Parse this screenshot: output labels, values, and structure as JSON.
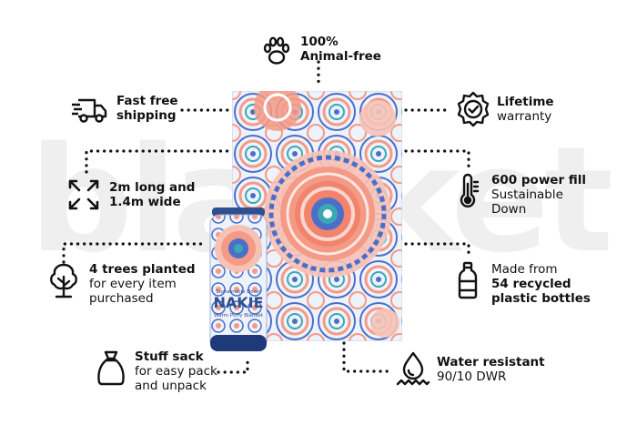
{
  "background_word": "blanket",
  "colors": {
    "text": "#111111",
    "background_word": "#efefef",
    "accent_coral": "#f49a86",
    "accent_blue": "#4a6fc9",
    "accent_teal": "#3aa7b5"
  },
  "product": {
    "can_line1": "Sustainable Down",
    "can_brand": "NAKIE",
    "can_line3": "Warm Puffy Blanket"
  },
  "features": {
    "animal_free": {
      "icon": "paw-icon",
      "line1": "100%",
      "line2": "Animal-free"
    },
    "shipping": {
      "icon": "truck-icon",
      "line1": "Fast free",
      "line2": "shipping"
    },
    "warranty": {
      "icon": "badge-check-icon",
      "line1": "Lifetime",
      "line2": "warranty"
    },
    "size": {
      "icon": "expand-arrows-icon",
      "line1": "2m long and",
      "line2": "1.4m wide"
    },
    "power_fill": {
      "icon": "thermometer-icon",
      "line1": "600 power fill",
      "line2": "Sustainable",
      "line3": "Down"
    },
    "trees": {
      "icon": "tree-icon",
      "line1": "4 trees planted",
      "line2": "for every item",
      "line3": "purchased"
    },
    "recycled": {
      "icon": "bottle-icon",
      "line1": "Made from",
      "line2": "54 recycled",
      "line3": "plastic bottles"
    },
    "stuff_sack": {
      "icon": "sack-icon",
      "line1": "Stuff sack",
      "line2": "for easy pack",
      "line3": "and unpack"
    },
    "water": {
      "icon": "water-drop-icon",
      "line1": "Water resistant",
      "line2": "90/10 DWR"
    }
  }
}
